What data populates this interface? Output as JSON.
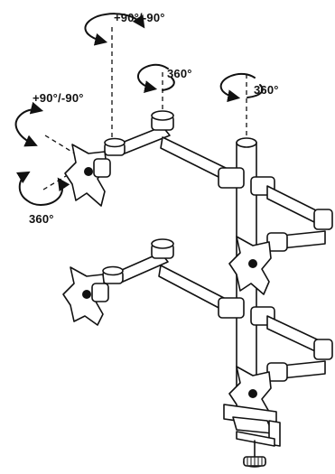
{
  "labels": {
    "tilt_top": "+90°/-90°",
    "swivel_top": "360°",
    "swivel_pole": "360°",
    "tilt_left": "+90°/-90°",
    "rotate_left": "360°"
  },
  "colors": {
    "ink": "#111111",
    "background": "#ffffff"
  }
}
